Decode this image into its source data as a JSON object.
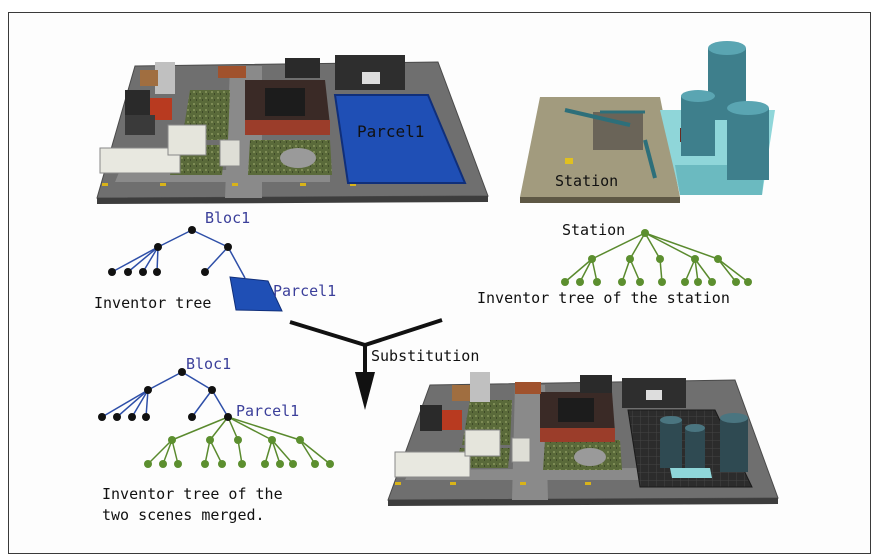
{
  "labels": {
    "parcel1_in_scene": "Parcel1",
    "station_in_scene": "Station",
    "bloc1_top": "Bloc1",
    "parcel1_top_tree": "Parcel1",
    "inventor_tree": "Inventor tree",
    "station_tree_root": "Station",
    "inventor_tree_station": "Inventor tree of the station",
    "substitution": "Substitution",
    "bloc1_bottom": "Bloc1",
    "parcel1_bottom": "Parcel1",
    "merged_line1": "Inventor tree of the",
    "merged_line2": "two scenes merged."
  },
  "colors": {
    "tree_edge_blue": "#2e4fa8",
    "tree_node_black": "#111111",
    "tree_edge_green": "#5a8a2e",
    "tree_node_green": "#5c8f2f",
    "parcel_blue": "#1f4fb5",
    "label_blue": "#3b3f9a"
  }
}
